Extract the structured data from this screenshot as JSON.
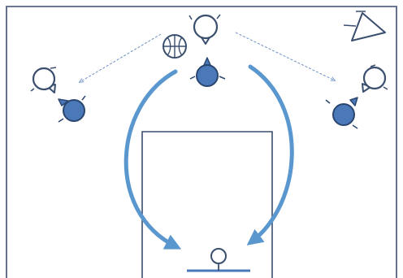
{
  "diagram": {
    "kind": "basketball-play-diagram",
    "colors": {
      "court_lines": "#3a4e6e",
      "offense_stroke": "#3a4e6e",
      "offense_fill": "#ffffff",
      "defense_fill": "#4a78b8",
      "defense_stroke": "#2b4770",
      "movement_arrow": "#5b97cf",
      "pass_arrow": "#6d8fc4",
      "ball_fill": "#ffffff",
      "ball_stroke": "#3a4e6e"
    },
    "offense": [
      {
        "id": "top-offense"
      },
      {
        "id": "left-wing-offense"
      },
      {
        "id": "right-wing-offense"
      },
      {
        "id": "post-offense"
      }
    ],
    "defense": [
      {
        "id": "top-defender"
      },
      {
        "id": "left-wing-defender"
      },
      {
        "id": "right-wing-defender"
      }
    ],
    "passes": [
      {
        "from": "top-offense",
        "to": "left-wing-offense"
      },
      {
        "from": "top-offense",
        "to": "right-wing-offense"
      }
    ],
    "cuts": [
      {
        "from": "top",
        "to": "post",
        "side": "left"
      },
      {
        "from": "top",
        "to": "post",
        "side": "right"
      }
    ],
    "ball_holder": "top-offense",
    "coach_icon": "cone-icon"
  }
}
